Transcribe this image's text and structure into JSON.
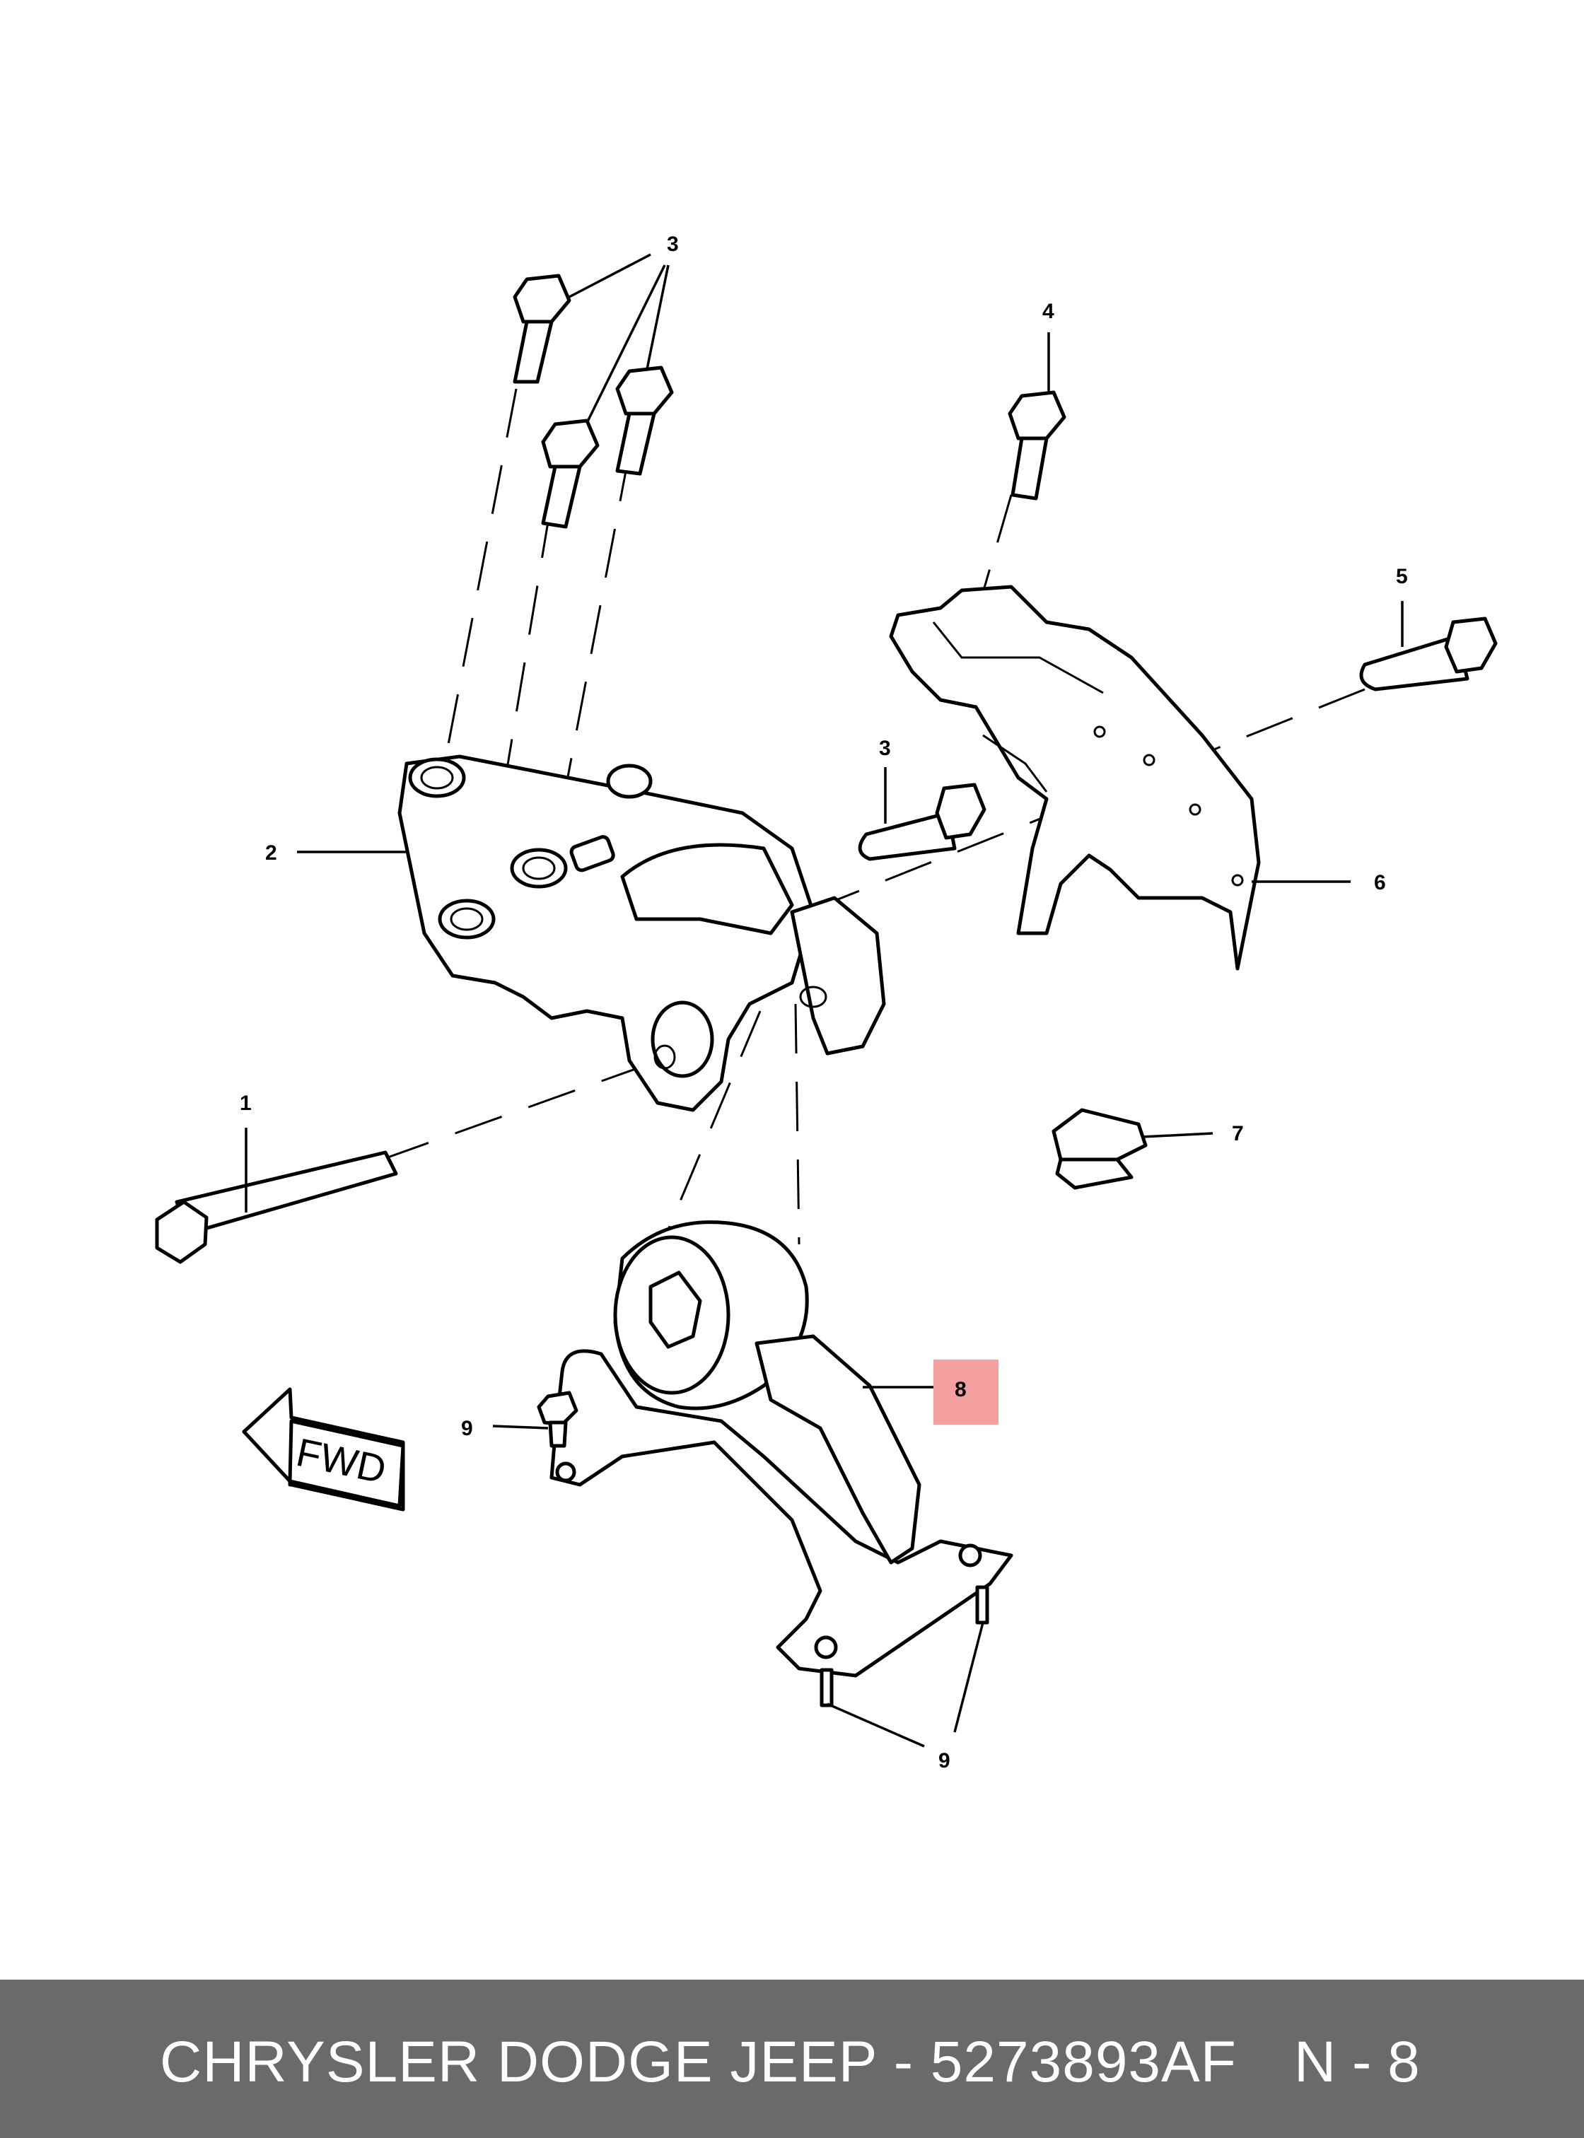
{
  "callouts": {
    "c1": "1",
    "c2": "2",
    "c3_top": "3",
    "c3_mid": "3",
    "c4": "4",
    "c5": "5",
    "c6": "6",
    "c7": "7",
    "c8": "8",
    "c9_left": "9",
    "c9_bottom": "9"
  },
  "fwd_arrow_label": "FWD",
  "highlight_color": "#f4a0a0",
  "footer": {
    "title": "CHRYSLER DODGE JEEP - 5273893AF",
    "page": "N - 8"
  }
}
